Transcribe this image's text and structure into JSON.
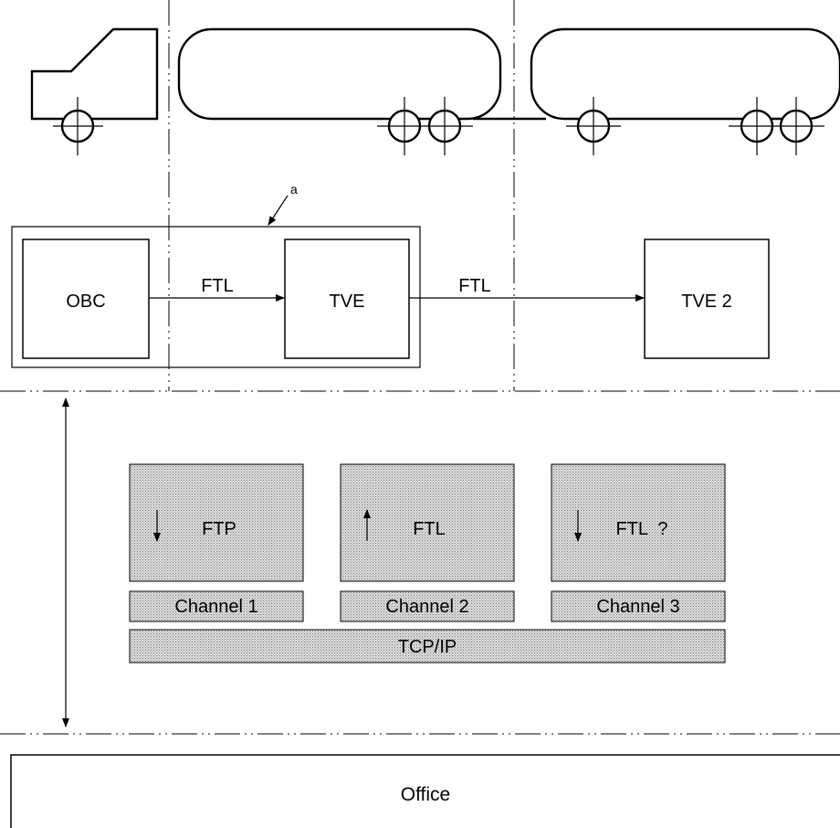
{
  "callout": {
    "label": "a"
  },
  "obc": {
    "label": "OBC"
  },
  "tve": {
    "label": "TVE"
  },
  "tve2": {
    "label": "TVE 2"
  },
  "links": {
    "obc_to_tve": "FTL",
    "tve_to_tve2": "FTL"
  },
  "protocols": [
    {
      "label": "FTP",
      "direction": "down"
    },
    {
      "label": "FTL",
      "direction": "up"
    },
    {
      "label": "FTL  ?",
      "direction": "down"
    }
  ],
  "channels": [
    "Channel 1",
    "Channel 2",
    "Channel 3"
  ],
  "transport": {
    "label": "TCP/IP"
  },
  "office": {
    "label": "Office"
  },
  "colors": {
    "stipple_background": "#dcdcdc",
    "stipple_dot": "#7a7a7a",
    "line": "#000000"
  }
}
